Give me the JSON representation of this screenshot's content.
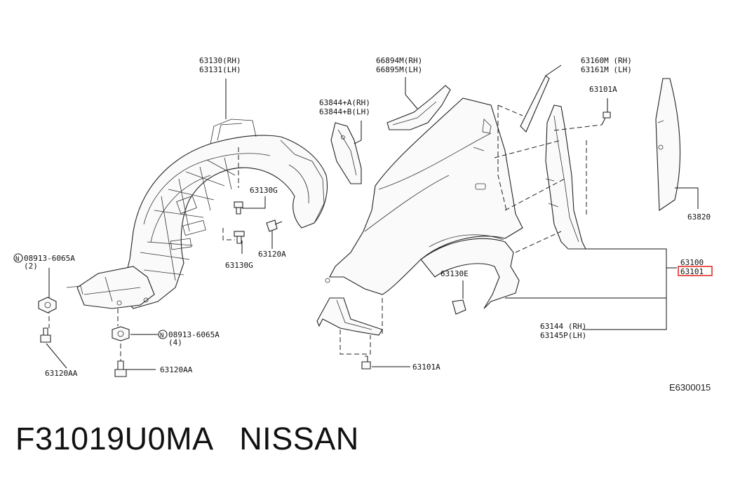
{
  "labels": {
    "l_63130": "63130(RH)",
    "l_63131": "63131(LH)",
    "l_66894m": "66894M(RH)",
    "l_66895m": "66895M(LH)",
    "l_63160m": "63160M (RH)",
    "l_63161m": "63161M (LH)",
    "l_63844a": "63844+A(RH)",
    "l_63844b": "63844+B(LH)",
    "l_63101a_top": "63101A",
    "l_63130g_1": "63130G",
    "l_63130g_2": "63130G",
    "l_63120a": "63120A",
    "l_08913_a": "08913-6065A",
    "l_qty2": "(2)",
    "l_08913_b": "08913-6065A",
    "l_qty4": "(4)",
    "l_63120aa_1": "63120AA",
    "l_63120aa_2": "63120AA",
    "l_63130e": "63130E",
    "l_63100": "63100",
    "l_63101": "63101",
    "l_63820": "63820",
    "l_63144": "63144 (RH)",
    "l_63145p": "63145P(LH)",
    "l_63101a_bot": "63101A",
    "n_symbol_1": "N",
    "n_symbol_2": "N"
  },
  "diagram_code": "E6300015",
  "footer": {
    "part_number": "F31019U0MA",
    "brand": "NISSAN"
  },
  "highlight_color": "#e0201a"
}
